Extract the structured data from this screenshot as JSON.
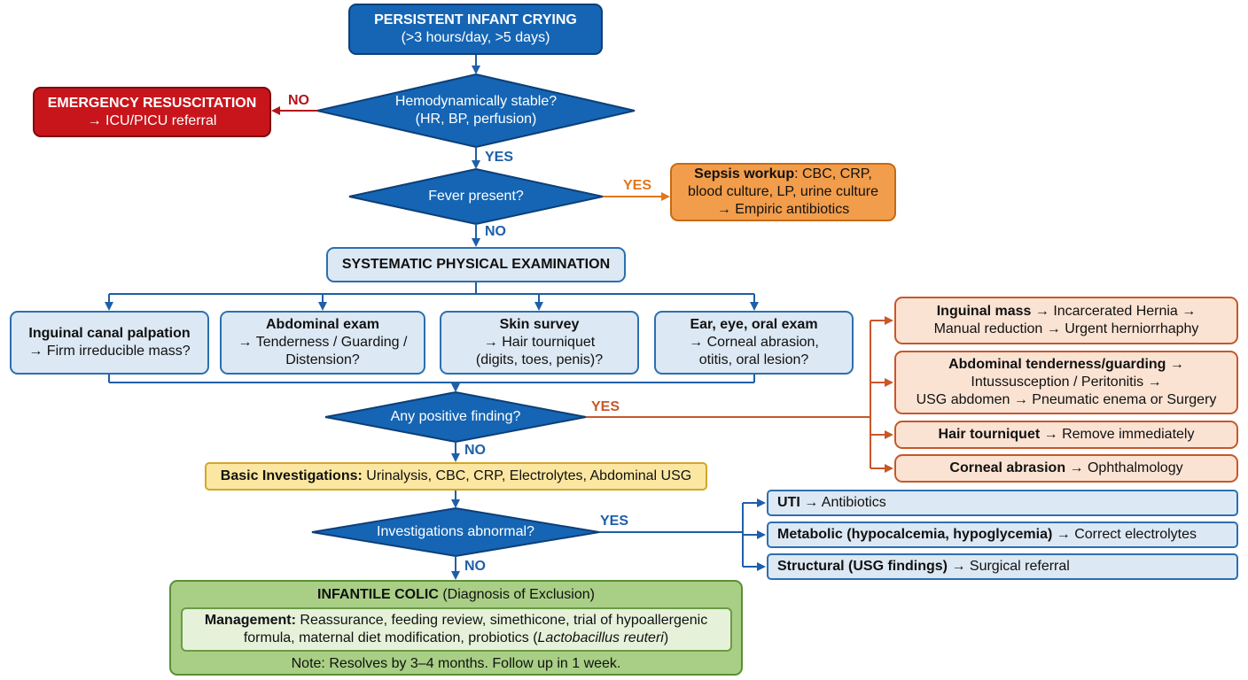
{
  "colors": {
    "primary_blue": "#1565b4",
    "emergency_red": "#c8151b",
    "sepsis_orange": "#f29d4b",
    "finding_rust": "#c8572a",
    "investigation_yellow": "#fbe7a1",
    "colic_green": "#a9cf86"
  },
  "start": {
    "title": "PERSISTENT INFANT CRYING",
    "subtitle": "(>3 hours/day, >5 days)"
  },
  "emergency": {
    "title": "EMERGENCY RESUSCITATION",
    "subtitle": "→ ICU/PICU referral"
  },
  "decision_stable": {
    "line1": "Hemodynamically stable?",
    "line2": "(HR, BP, perfusion)",
    "no_label": "NO",
    "yes_label": "YES"
  },
  "decision_fever": {
    "text": "Fever present?",
    "yes_label": "YES",
    "no_label": "NO"
  },
  "sepsis": {
    "bold": "Sepsis workup",
    "rest": ": CBC, CRP,",
    "line2": "blood culture, LP, urine culture",
    "line3": "→ Empiric antibiotics"
  },
  "exam": {
    "title": "SYSTEMATIC PHYSICAL EXAMINATION"
  },
  "exam_items": [
    {
      "title": "Inguinal canal palpation",
      "line1": "→ Firm irreducible mass?",
      "line2": ""
    },
    {
      "title": "Abdominal exam",
      "line1": "→ Tenderness / Guarding /",
      "line2": "Distension?"
    },
    {
      "title": "Skin survey",
      "line1": "→ Hair tourniquet",
      "line2": "(digits, toes, penis)?"
    },
    {
      "title": "Ear, eye, oral exam",
      "line1": "→ Corneal abrasion,",
      "line2": "otitis, oral lesion?"
    }
  ],
  "decision_finding": {
    "text": "Any positive finding?",
    "yes_label": "YES",
    "no_label": "NO"
  },
  "findings": [
    {
      "bold": "Inguinal mass",
      "rest": " → Incarcerated Hernia →",
      "line2": "Manual reduction → Urgent herniorrhaphy",
      "line3": ""
    },
    {
      "bold": "Abdominal tenderness/guarding",
      "rest": " →",
      "line2": "Intussusception / Peritonitis →",
      "line3": "USG abdomen → Pneumatic enema or Surgery"
    },
    {
      "bold": "Hair tourniquet",
      "rest": " → Remove immediately",
      "line2": "",
      "line3": ""
    },
    {
      "bold": "Corneal abrasion",
      "rest": " → Ophthalmology",
      "line2": "",
      "line3": ""
    }
  ],
  "investigations": {
    "bold": "Basic Investigations:",
    "rest": " Urinalysis, CBC, CRP, Electrolytes, Abdominal USG"
  },
  "decision_investigations": {
    "text": "Investigations abnormal?",
    "yes_label": "YES",
    "no_label": "NO"
  },
  "abnormal_results": [
    {
      "bold": "UTI",
      "rest": " → Antibiotics"
    },
    {
      "bold": "Metabolic (hypocalcemia, hypoglycemia)",
      "rest": " → Correct electrolytes"
    },
    {
      "bold": "Structural (USG findings)",
      "rest": " → Surgical referral"
    }
  ],
  "colic": {
    "title_bold": "INFANTILE COLIC",
    "title_rest": " (Diagnosis of Exclusion)",
    "management_bold": "Management:",
    "management_rest": " Reassurance, feeding review, simethicone, trial of hypoallergenic",
    "management_line2a": "formula, maternal diet modification, probiotics (",
    "management_italic": "Lactobacillus reuteri",
    "management_line2b": ")",
    "note": "Note: Resolves by 3–4 months. Follow up in 1 week."
  }
}
